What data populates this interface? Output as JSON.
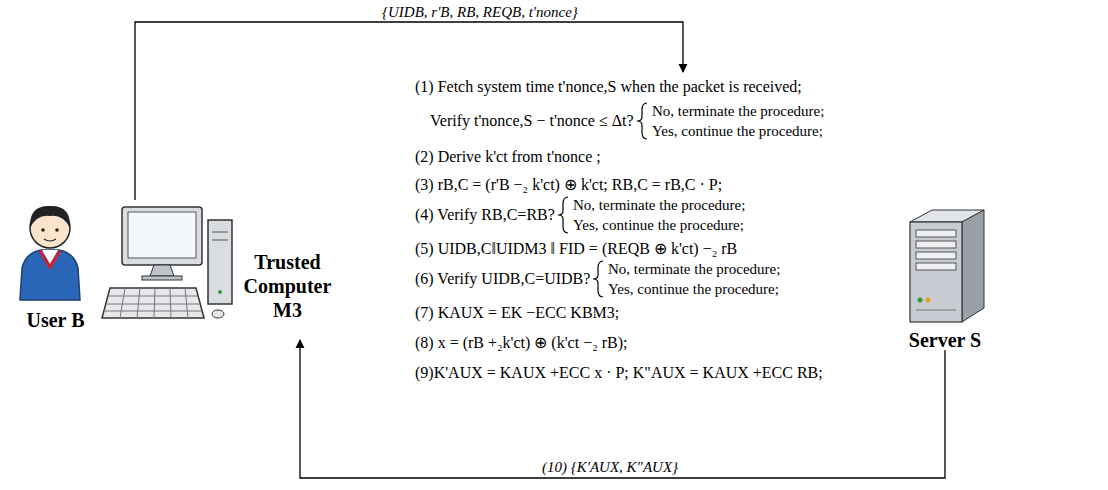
{
  "diagram": {
    "nodes": [
      {
        "text": [
          "User B"
        ]
      },
      {
        "text": [
          "Trusted Computer M3"
        ]
      },
      {
        "text": [
          "(1) Fetch system time t'nonce,S when the packet is received;",
          "Verify t'nonce,S − t'nonce ≤ Δt?",
          "No, terminate the procedure;",
          "Yes, continue the procedure;",
          "(2) Derive k'ct from t'nonce ;",
          "(3) rB,C = (r'B −₂ k'ct) ⊕ k'ct; RB,C = rB,C · P;",
          "(4) Verify RB,C=RB?",
          "No, terminate the procedure;",
          "Yes, continue the procedure;",
          "(5) UIDB,C‖UIDM3 ‖ FID = (REQB ⊕ k'ct) −₂ rB",
          "(6) Verify UIDB,C=UIDB?",
          "No, terminate the procedure;",
          "Yes, continue the procedure;",
          "(7) KAUX = EK −ECC KBM3;",
          "(8) x = (rB +₂k'ct) ⊕ (k'ct −₂ rB);",
          "(9)K'AUX = KAUX +ECC x · P; K\"AUX = KAUX +ECC RB;"
        ]
      },
      {
        "text": [
          "Server S"
        ]
      }
    ],
    "edges": [
      {
        "from": 1,
        "to": 2,
        "label": "{UIDB, r'B, RB, REQB, t'nonce}",
        "arrow": "to"
      },
      {
        "from": 3,
        "to": 1,
        "label": "(10) {K'AUX, K\"AUX}",
        "arrow": "to"
      }
    ]
  }
}
